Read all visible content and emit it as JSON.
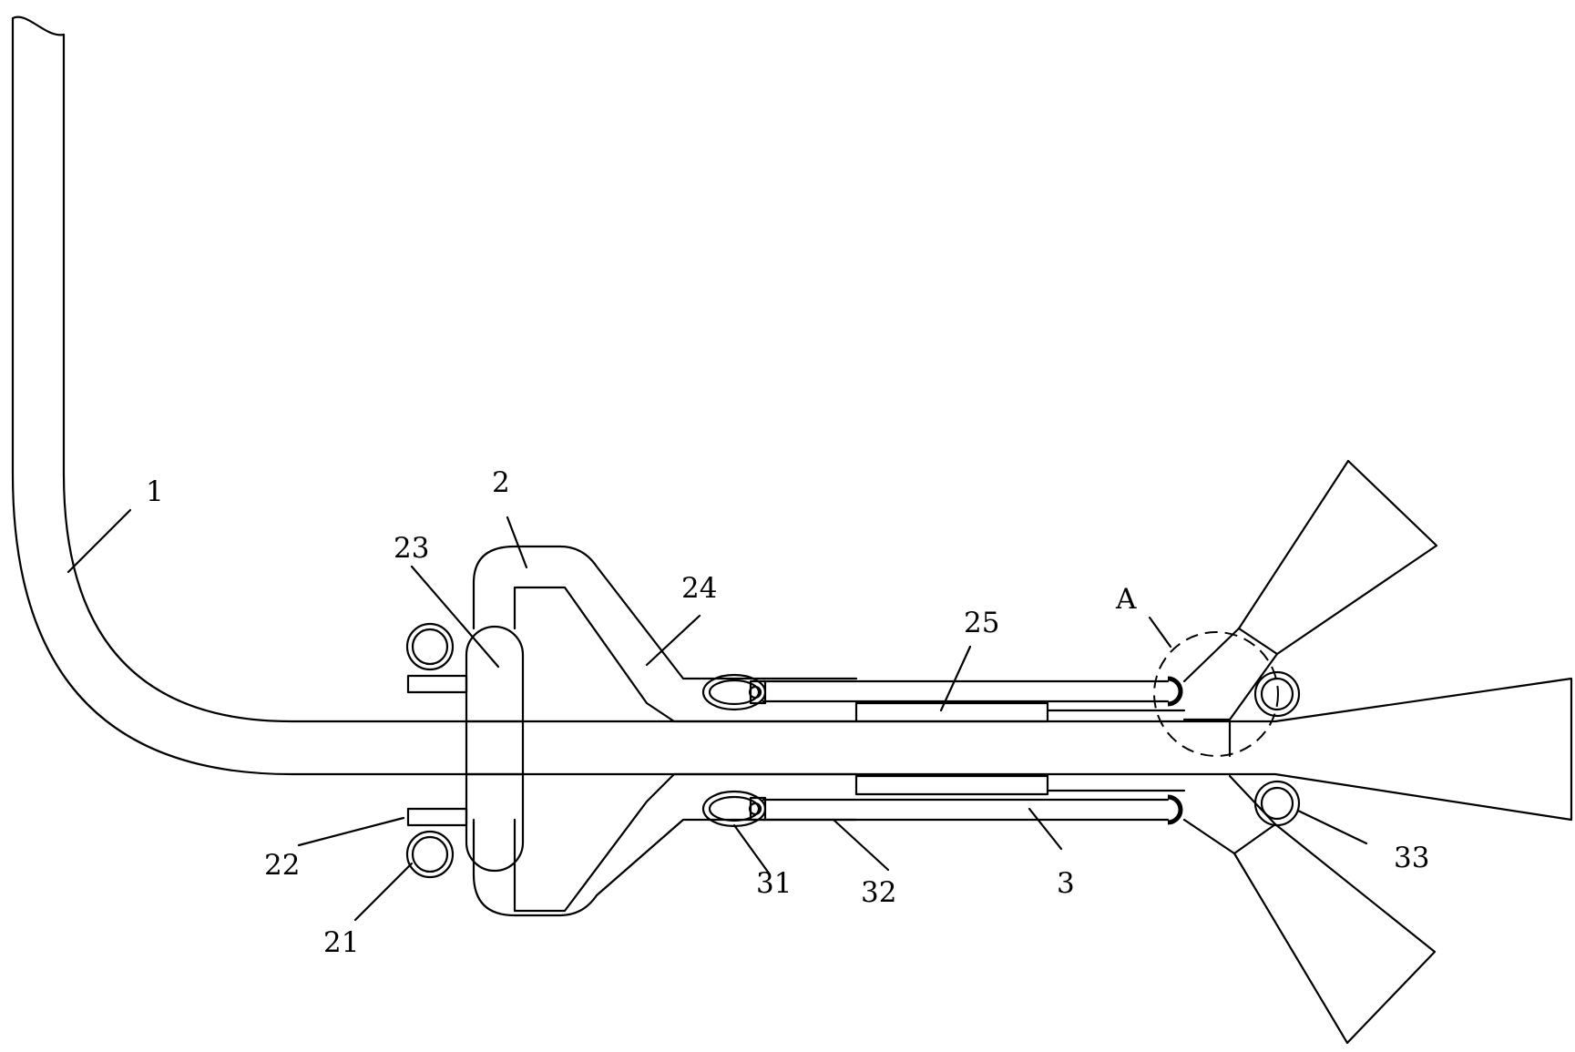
{
  "figure": {
    "labels": {
      "pipe": "1",
      "main_body": "2",
      "ring_lower_left": "21",
      "bracket_lower_left": "22",
      "center_ring": "23",
      "slanted_wall": "24",
      "middle_tube": "25",
      "detail_a": "A",
      "arm_assembly": "3",
      "oval_clip": "31",
      "arm_rod": "32",
      "nozzle_ring": "33"
    },
    "colors": {
      "line": "#000000",
      "background": "#ffffff"
    }
  }
}
